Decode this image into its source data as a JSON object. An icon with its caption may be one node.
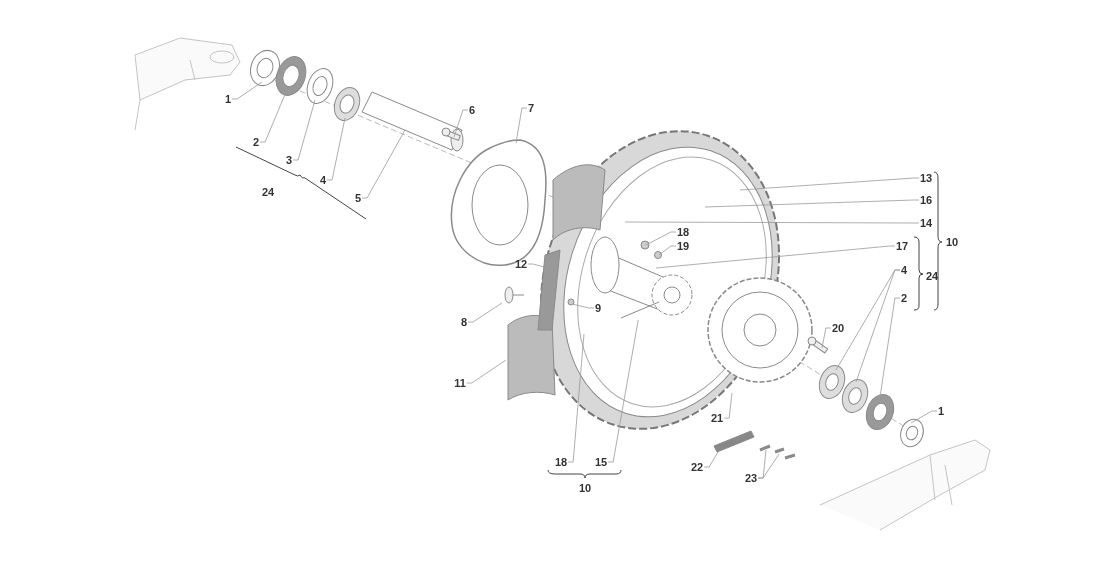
{
  "diagram": {
    "nodes": [
      {
        "text": [
          "1"
        ]
      },
      {
        "text": [
          "2"
        ]
      },
      {
        "text": [
          "3"
        ]
      },
      {
        "text": [
          "4"
        ]
      },
      {
        "text": [
          "5"
        ]
      },
      {
        "text": [
          "6"
        ]
      },
      {
        "text": [
          "7"
        ]
      },
      {
        "text": [
          "12"
        ]
      },
      {
        "text": [
          "8"
        ]
      },
      {
        "text": [
          "9"
        ]
      },
      {
        "text": [
          "11"
        ]
      },
      {
        "text": [
          "13"
        ]
      },
      {
        "text": [
          "16"
        ]
      },
      {
        "text": [
          "14"
        ]
      },
      {
        "text": [
          "18"
        ]
      },
      {
        "text": [
          "19"
        ]
      },
      {
        "text": [
          "17"
        ]
      },
      {
        "text": [
          "4"
        ]
      },
      {
        "text": [
          "2"
        ]
      },
      {
        "text": [
          "20"
        ]
      },
      {
        "text": [
          "1"
        ]
      },
      {
        "text": [
          "21"
        ]
      },
      {
        "text": [
          "22"
        ]
      },
      {
        "text": [
          "23"
        ]
      },
      {
        "text": [
          "18"
        ]
      },
      {
        "text": [
          "15"
        ]
      },
      {
        "text": [],
        "shape": "picture"
      },
      {
        "text": [],
        "shape": "picture"
      }
    ],
    "edges": [
      {
        "from": 0,
        "to": null,
        "arrow": "none"
      },
      {
        "from": 1,
        "to": null,
        "arrow": "none"
      },
      {
        "from": 2,
        "to": null,
        "arrow": "none"
      },
      {
        "from": 3,
        "to": null,
        "arrow": "none"
      },
      {
        "from": 4,
        "to": null,
        "arrow": "none"
      },
      {
        "from": 5,
        "to": null,
        "arrow": "none"
      },
      {
        "from": 6,
        "to": null,
        "arrow": "none"
      },
      {
        "from": 7,
        "to": null,
        "arrow": "none"
      },
      {
        "from": 8,
        "to": 26,
        "arrow": "none"
      },
      {
        "from": 9,
        "to": null,
        "arrow": "none"
      },
      {
        "from": 10,
        "to": null,
        "arrow": "none"
      },
      {
        "from": 11,
        "to": null,
        "arrow": "none"
      },
      {
        "from": 12,
        "to": null,
        "arrow": "none"
      },
      {
        "from": 13,
        "to": null,
        "arrow": "none"
      },
      {
        "from": 14,
        "to": null,
        "arrow": "none"
      },
      {
        "from": 15,
        "to": null,
        "arrow": "none"
      },
      {
        "from": 16,
        "to": null,
        "arrow": "none"
      },
      {
        "from": 17,
        "to": null,
        "arrow": "none"
      },
      {
        "from": 17,
        "to": null,
        "arrow": "none"
      },
      {
        "from": 18,
        "to": null,
        "arrow": "none"
      },
      {
        "from": 19,
        "to": null,
        "arrow": "none"
      },
      {
        "from": 20,
        "to": null,
        "arrow": "none"
      },
      {
        "from": 21,
        "to": null,
        "arrow": "none"
      },
      {
        "from": 22,
        "to": null,
        "arrow": "none"
      },
      {
        "from": 23,
        "to": null,
        "arrow": "none"
      },
      {
        "from": 23,
        "to": null,
        "arrow": "none"
      },
      {
        "from": 24,
        "to": null,
        "arrow": "none"
      },
      {
        "from": 25,
        "to": 27,
        "arrow": "none"
      }
    ],
    "labels": [
      "24",
      "10",
      "10",
      "24"
    ]
  }
}
